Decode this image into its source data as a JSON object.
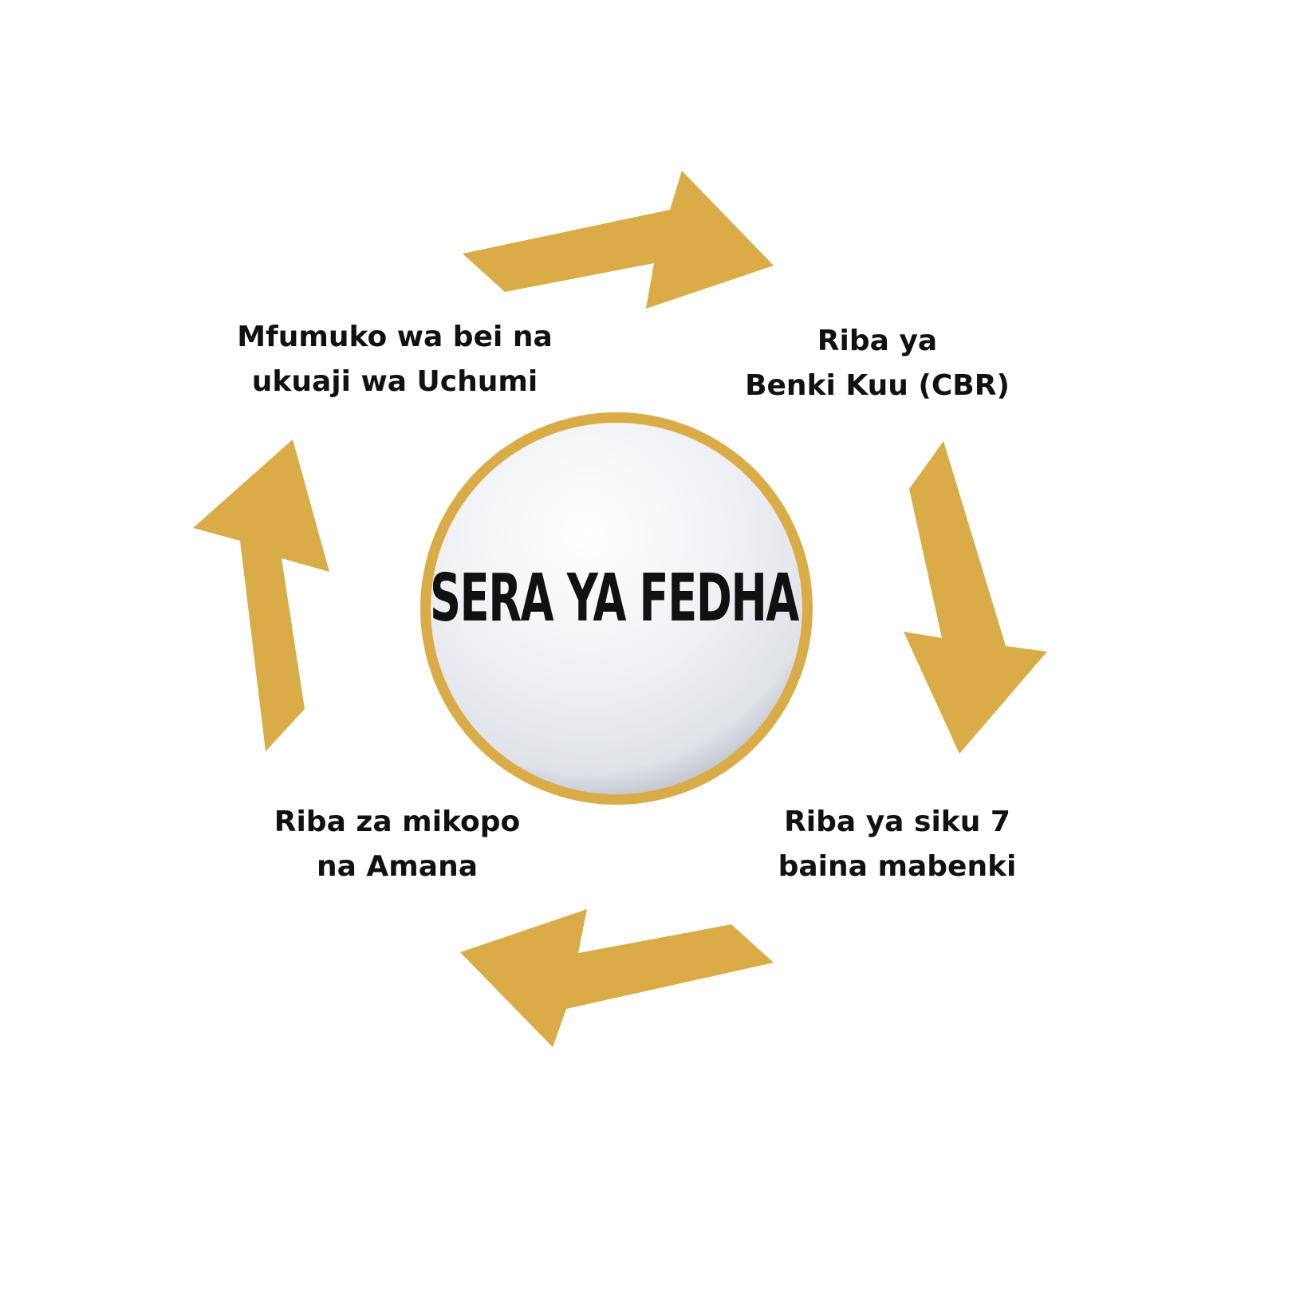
{
  "colors": {
    "arrow": "#D9AC47",
    "ring": "#D9AC47",
    "text": "#111111"
  },
  "center": {
    "title": "SERA YA FEDHA"
  },
  "nodes": {
    "top_left": {
      "line1": "Mfumuko wa bei na",
      "line2": "ukuaji wa Uchumi"
    },
    "top_right": {
      "line1": "Riba ya",
      "line2": "Benki Kuu (CBR)"
    },
    "bottom_right": {
      "line1": "Riba ya siku 7",
      "line2": "baina mabenki"
    },
    "bottom_left": {
      "line1": "Riba za mikopo",
      "line2": "na Amana"
    }
  }
}
